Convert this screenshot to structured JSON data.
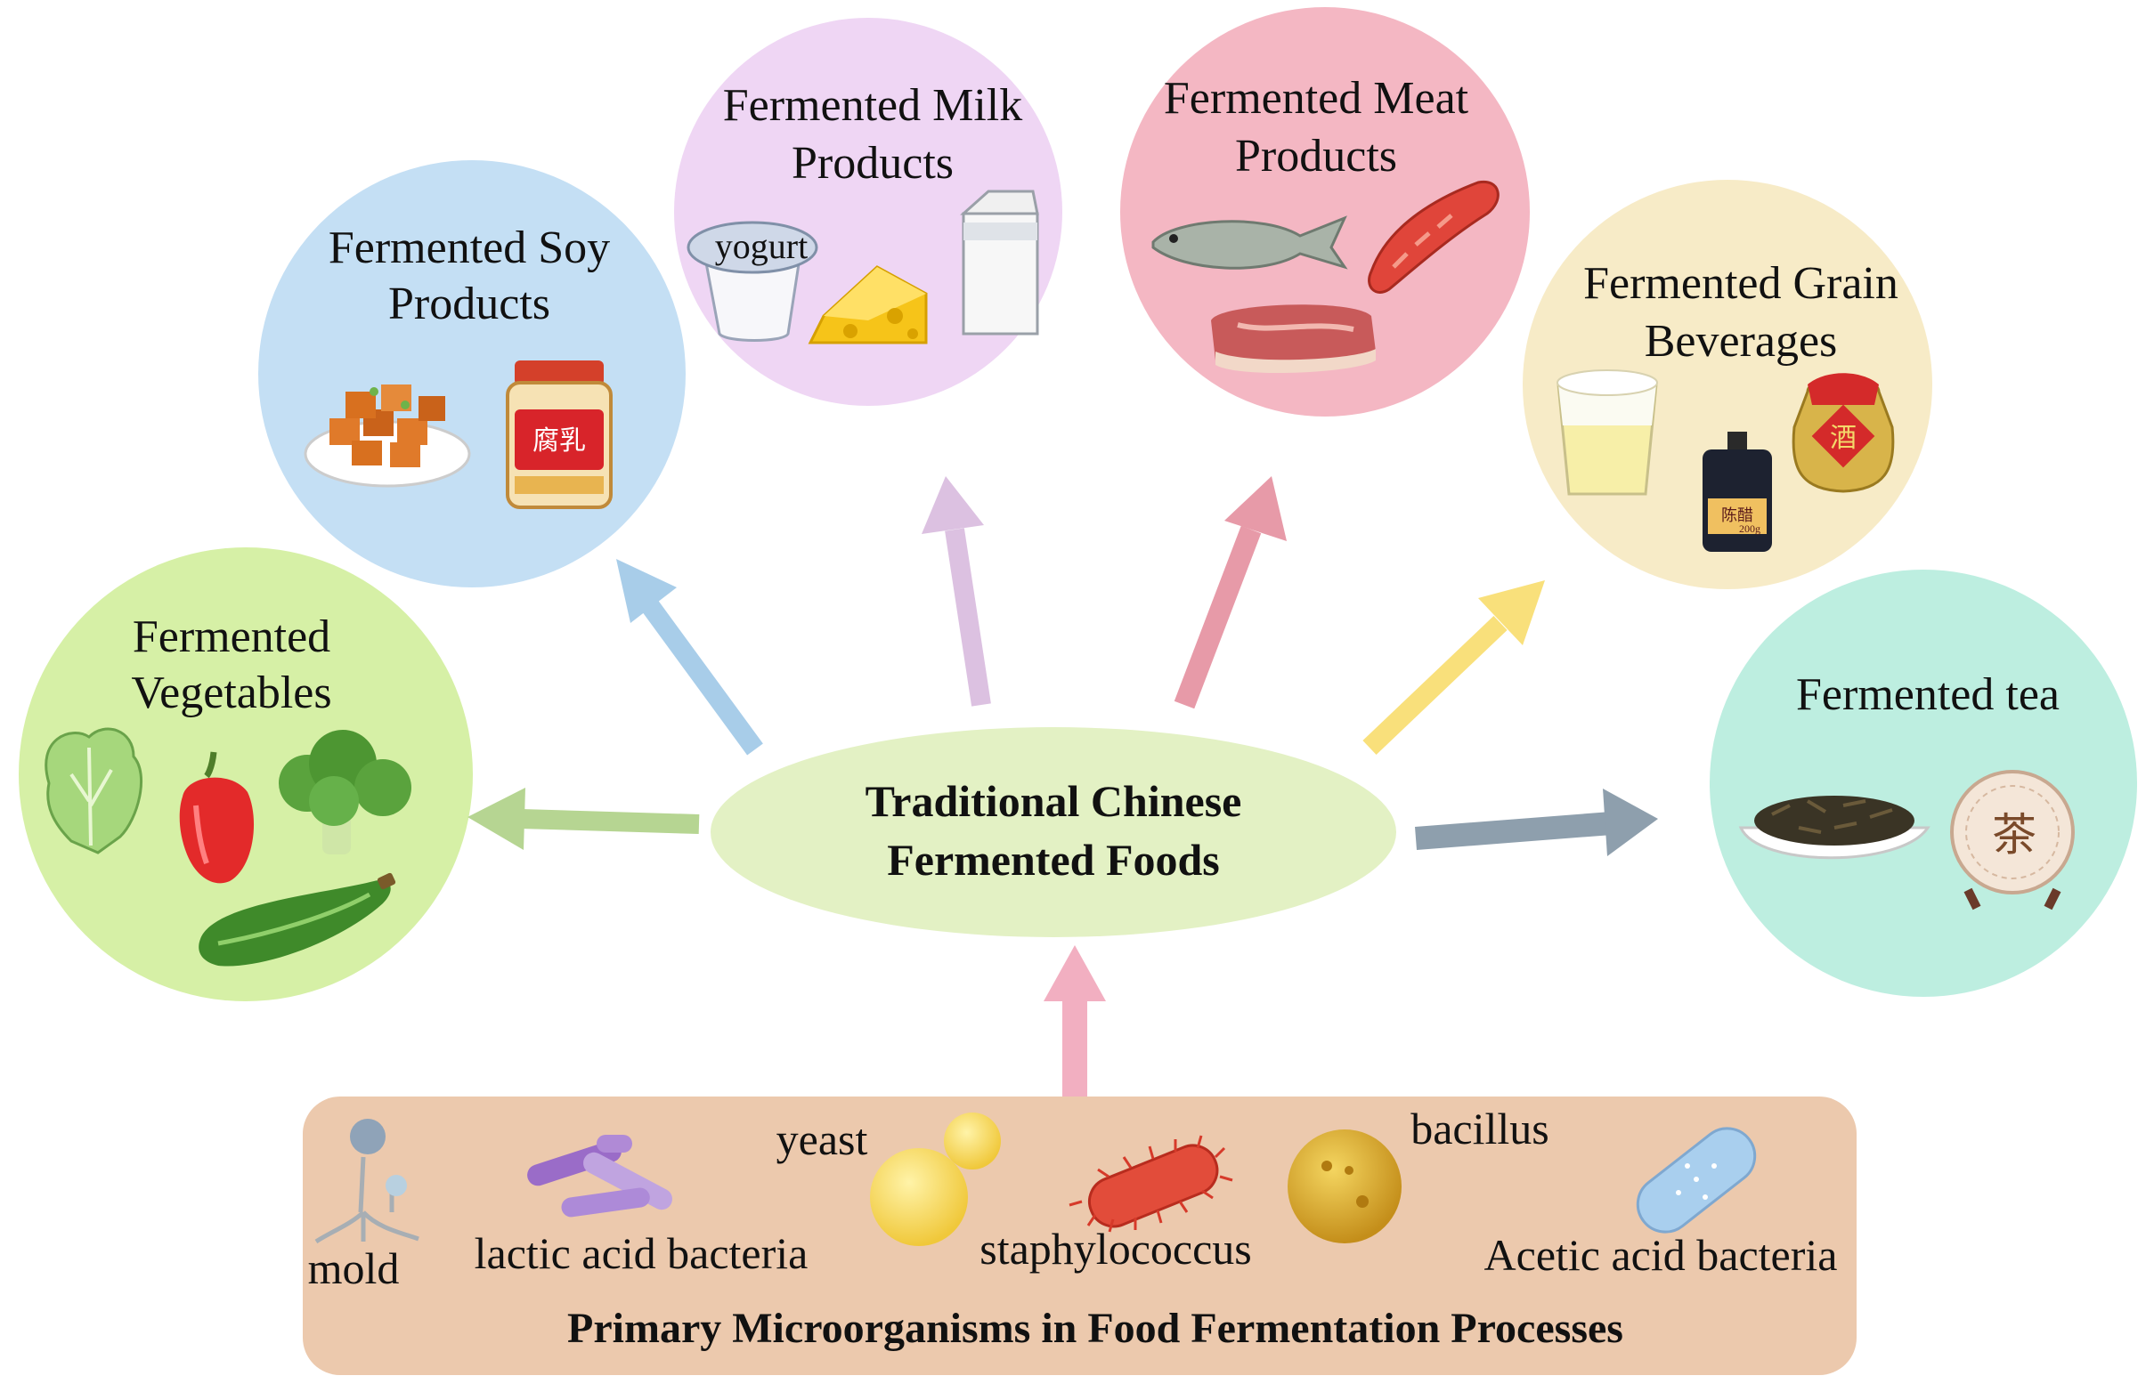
{
  "center": {
    "line1": "Traditional Chinese",
    "line2": "Fermented Foods"
  },
  "categories": {
    "vegetables": {
      "line1": "Fermented",
      "line2": "Vegetables",
      "color": "#d6f0a6"
    },
    "soy": {
      "line1": "Fermented Soy",
      "line2": "Products",
      "color": "#c4dff4"
    },
    "milk": {
      "line1": "Fermented Milk",
      "line2": "Products",
      "color": "#efd6f4",
      "yogurt_label": "yogurt"
    },
    "meat": {
      "line1": "Fermented Meat",
      "line2": "Products",
      "color": "#f4b7c3"
    },
    "grain": {
      "line1": "Fermented Grain",
      "line2": "Beverages",
      "color": "#f7ebc7"
    },
    "tea": {
      "line1": "Fermented tea",
      "color": "#bdeee0"
    }
  },
  "food_labels": {
    "furu": "腐乳",
    "vinegar": "陈醋",
    "vinegar_weight": "200g",
    "wine": "酒",
    "tea_cake": "茶"
  },
  "microorganisms": {
    "mold": "mold",
    "lab": "lactic acid bacteria",
    "yeast": "yeast",
    "staph": "staphylococcus",
    "bacillus": "bacillus",
    "aab": "Acetic acid bacteria"
  },
  "footer": "Primary Microorganisms in Food Fermentation Processes",
  "colors": {
    "panel": "#ecc9ad",
    "arrow_veg": "#b6d592",
    "arrow_soy": "#a8cde9",
    "arrow_milk": "#dcc1e1",
    "arrow_meat": "#e79aa8",
    "arrow_grain": "#f9e07b",
    "arrow_tea": "#8e9fad",
    "arrow_up": "#f2afc1"
  }
}
